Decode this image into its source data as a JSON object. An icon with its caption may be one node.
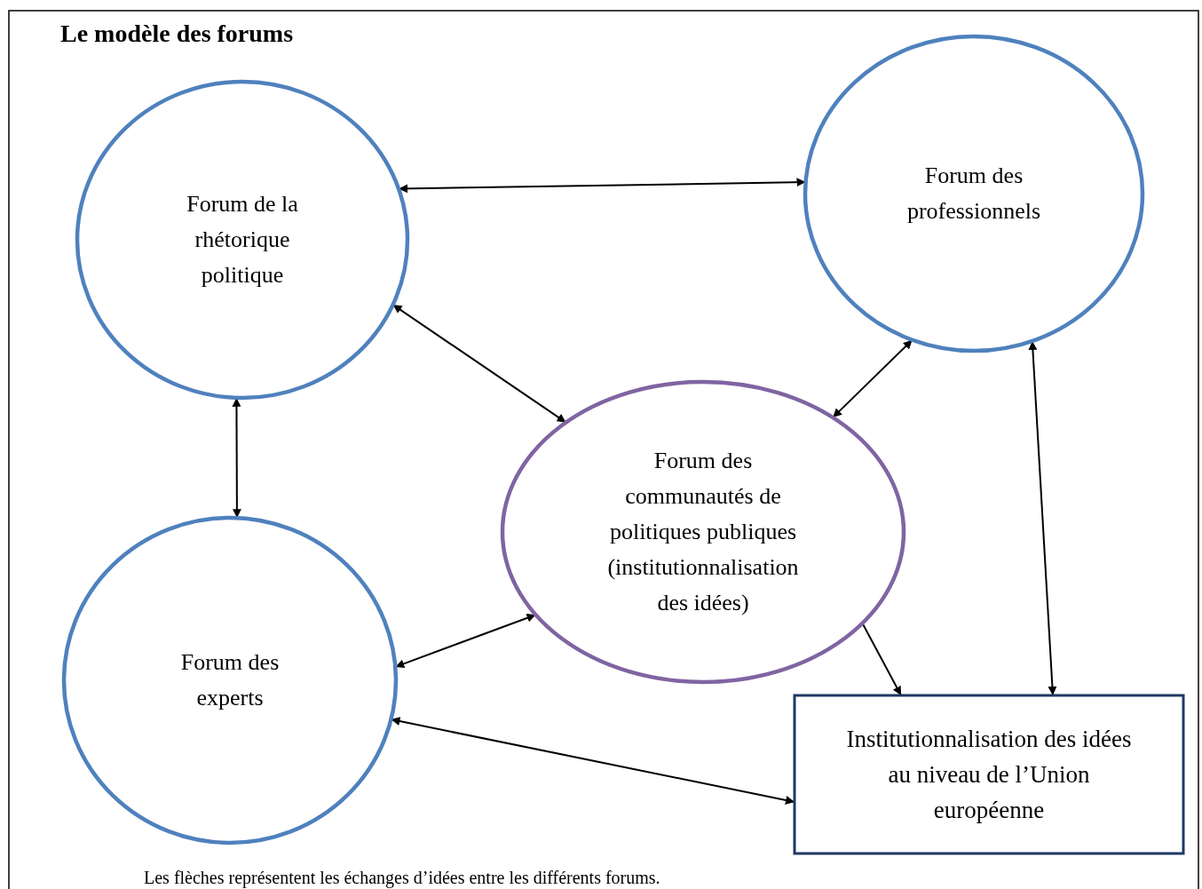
{
  "diagram": {
    "title": "Le modèle des forums",
    "caption": "Les flèches représentent les échanges d’idées entre les différents forums.",
    "nodes": [
      {
        "text": [
          "Forum de la rhétorique politique"
        ]
      },
      {
        "text": [
          "Forum des professionnels"
        ]
      },
      {
        "text": [
          "Forum des communautés de politiques publiques (institutionnalisation des idées)"
        ]
      },
      {
        "text": [
          "Forum des experts"
        ]
      },
      {
        "text": [
          "Institutionnalisation des idées au niveau de l’Union européenne"
        ]
      }
    ],
    "edges": [
      {
        "from": 0,
        "to": 1,
        "arrow": "both"
      },
      {
        "from": 0,
        "to": 2,
        "arrow": "both"
      },
      {
        "from": 0,
        "to": 3,
        "arrow": "both"
      },
      {
        "from": 1,
        "to": 2,
        "arrow": "both"
      },
      {
        "from": 1,
        "to": 4,
        "arrow": "both"
      },
      {
        "from": 3,
        "to": 2,
        "arrow": "both"
      },
      {
        "from": 2,
        "to": 4,
        "arrow": "to"
      },
      {
        "from": 3,
        "to": 4,
        "arrow": "both"
      }
    ]
  }
}
